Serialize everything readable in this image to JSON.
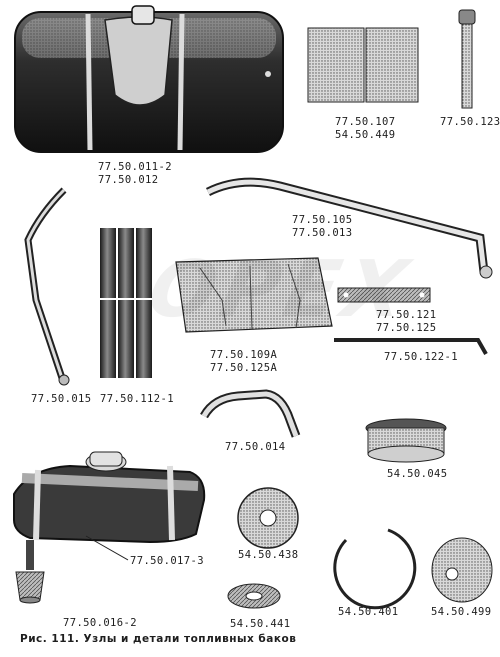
{
  "labels": {
    "tank_main_a": "77.50.011-2",
    "tank_main_b": "77.50.012",
    "pad_a": "77.50.107",
    "pad_b": "54.50.449",
    "bolt": "77.50.123",
    "strap_a": "77.50.105",
    "strap_b": "77.50.013",
    "rod": "77.50.015",
    "cylinders": "77.50.112-1",
    "gasket_a": "77.50.109А",
    "gasket_b": "77.50.125А",
    "plate_a": "77.50.121",
    "plate_b": "77.50.125",
    "bar": "77.50.122-1",
    "bracket": "77.50.014",
    "cap": "54.50.045",
    "tank_small": "77.50.017-3",
    "filter": "77.50.016-2",
    "washer": "54.50.438",
    "cup": "54.50.441",
    "ring": "54.50.401",
    "disc": "54.50.499"
  },
  "caption": "Рис. 111. Узлы и детали топливных баков",
  "watermark": "OPEX"
}
